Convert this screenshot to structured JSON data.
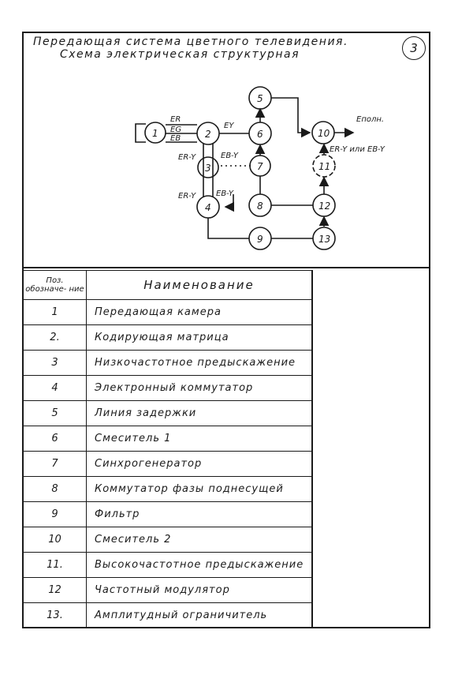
{
  "title": {
    "line1": "Передающая система цветного телевидения.",
    "line2": "Схема электрическая структурная"
  },
  "sheet_number": "3",
  "scheme": {
    "nodes": [
      "1",
      "2",
      "3",
      "4",
      "5",
      "6",
      "7",
      "8",
      "9",
      "10",
      "11",
      "12",
      "13"
    ],
    "signals": {
      "er": "ER",
      "eg": "EG",
      "eb": "EB",
      "ey": "EY",
      "ery_top": "ER-Y",
      "eby_top": "EB-Y",
      "ery_bottom": "ER-Y",
      "eby_bottom": "EB-Y",
      "epoln": "Eполн.",
      "ery_or_eby": "ER-Y или EB-Y"
    }
  },
  "table": {
    "header_pos": "Поз. обозначе- ние",
    "header_name": "Наименование",
    "rows": [
      {
        "pos": "1",
        "name": "Передающая камера"
      },
      {
        "pos": "2.",
        "name": "Кодирующая матрица"
      },
      {
        "pos": "3",
        "name": "Низкочастотное предыскажение"
      },
      {
        "pos": "4",
        "name": "Электронный коммутатор"
      },
      {
        "pos": "5",
        "name": "Линия задержки"
      },
      {
        "pos": "6",
        "name": "Смеситель 1"
      },
      {
        "pos": "7",
        "name": "Синхрогенератор"
      },
      {
        "pos": "8",
        "name": "Коммутатор фазы поднесущей"
      },
      {
        "pos": "9",
        "name": "Фильтр"
      },
      {
        "pos": "10",
        "name": "Смеситель 2"
      },
      {
        "pos": "11.",
        "name": "Высокочастотное предыскажение"
      },
      {
        "pos": "12",
        "name": "Частотный модулятор"
      },
      {
        "pos": "13.",
        "name": "Амплитудный ограничитель"
      }
    ]
  }
}
